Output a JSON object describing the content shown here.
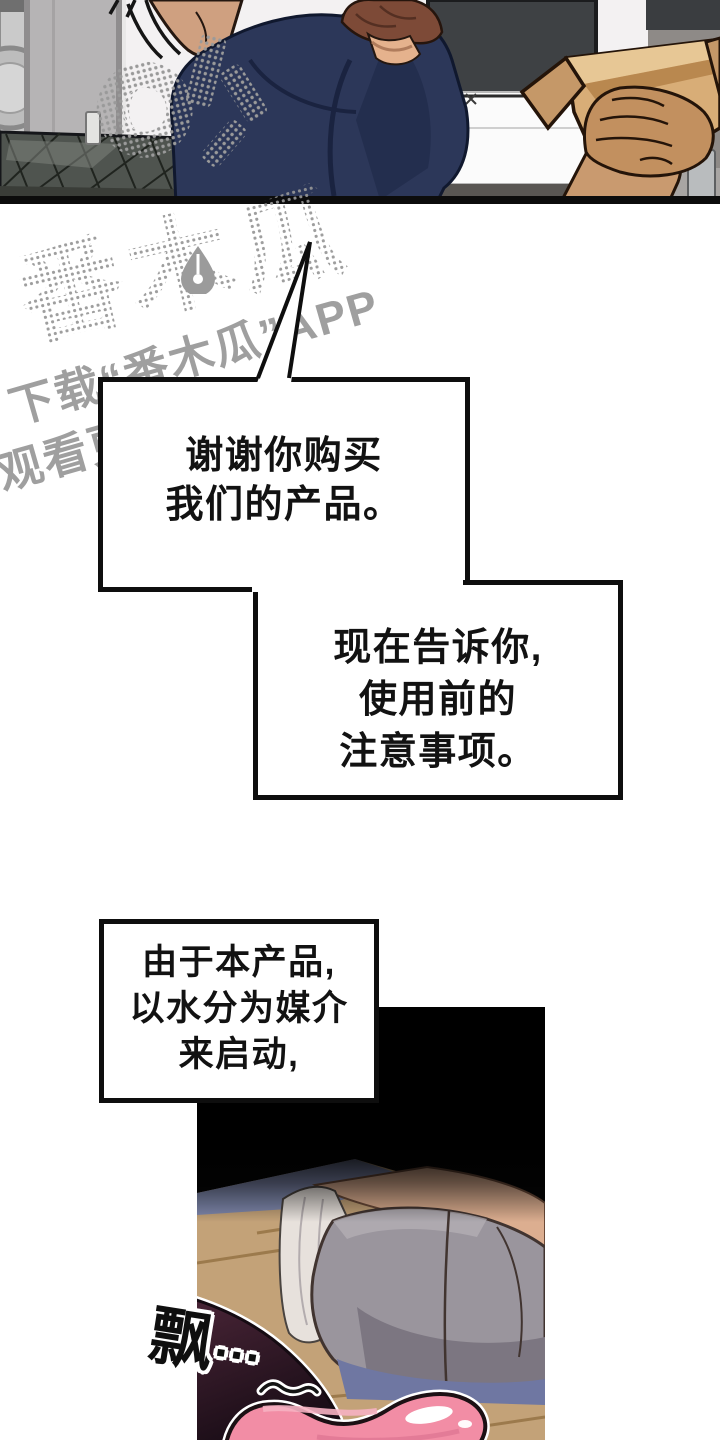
{
  "page": {
    "kind": "webtoon-comic-page",
    "background": "#ffffff",
    "ink_color": "#0e0e0e"
  },
  "watermark": {
    "brand": "番木瓜",
    "line1": "下载“番木瓜”APP",
    "line2": "观看更多作品",
    "icon": "papaya-logo-icon",
    "color": "#a0a0a0"
  },
  "bubbles": [
    {
      "lines": [
        "谢谢你购买",
        "我们的产品。"
      ]
    },
    {
      "lines": [
        "现在告诉你,",
        "使用前的",
        "注意事项。"
      ]
    },
    {
      "lines": [
        "由于本产品,",
        "以水分为媒介",
        "来启动,"
      ]
    }
  ],
  "sfx": {
    "text": "飘",
    "dots": "▪▪▪"
  },
  "colors": {
    "shirt_navy": "#2c3759",
    "hair_brown": "#7d4a37",
    "skin": "#cfa080",
    "cardboard": "#d8ad77",
    "table_cloth": "#4f544f",
    "wood_floor": "#c3a278",
    "sweatpants_gray": "#9a959d",
    "floor_shadow_blue": "#8089ae",
    "tongue_pink": "#f28da5",
    "dark_shape_plum": "#351b2c"
  }
}
